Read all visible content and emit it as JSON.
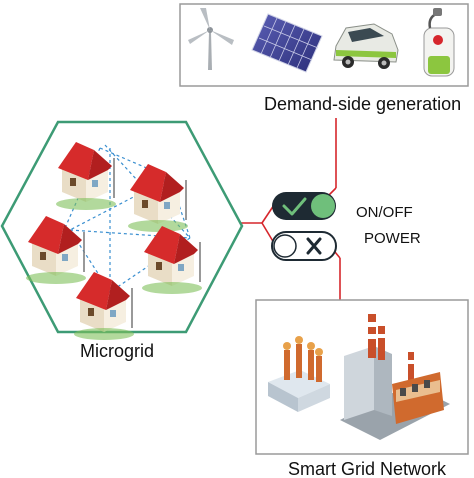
{
  "labels": {
    "demand_side_generation": "Demand-side generation",
    "microgrid": "Microgrid",
    "on_off_line1": "ON/OFF",
    "on_off_line2": "POWER",
    "smart_grid_network": "Smart Grid Network"
  },
  "colors": {
    "microgrid_border": "#3d9b75",
    "connector_line": "#d6262c",
    "dashed_link": "#3a8fd0",
    "switch_on_fill": "#1e2a33",
    "switch_on_knob": "#6fbf7b",
    "switch_off_knob": "#ffffff",
    "check_mark": "#6fbf7b",
    "house_roof": "#d62b2b",
    "panel_border": "#9a9a9a"
  },
  "icons": {
    "generation": [
      "wind-turbine-icon",
      "solar-panel-icon",
      "electric-car-icon",
      "ev-charger-icon"
    ],
    "grid": [
      "transformer-icon",
      "power-plant-icon"
    ],
    "switches": [
      "check-icon",
      "x-icon"
    ]
  },
  "switches": [
    {
      "state": "on"
    },
    {
      "state": "off"
    }
  ],
  "houses_count": 5
}
